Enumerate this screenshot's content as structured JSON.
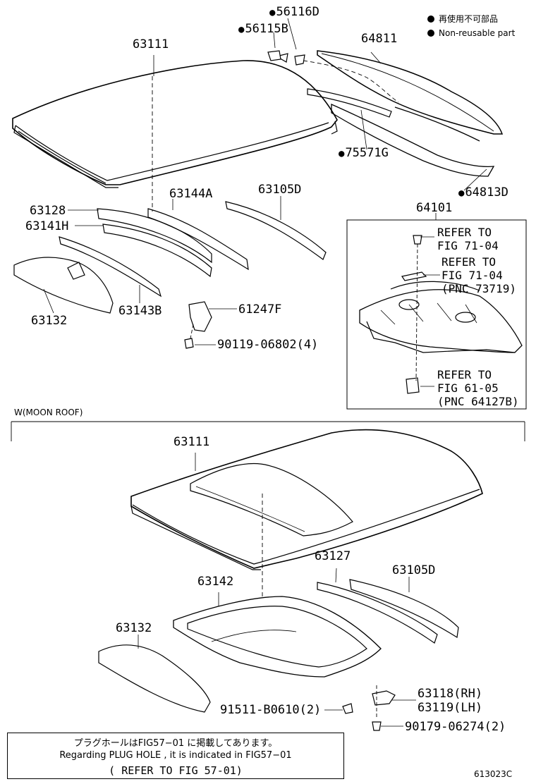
{
  "legend": {
    "marker_jp": "再使用不可部品",
    "marker_en": "Non-reusable part"
  },
  "top_section": {
    "parts": {
      "p63111": "63111",
      "p56116D": "56116D",
      "p56115B": "56115B",
      "p64811": "64811",
      "p75571G": "75571G",
      "p64813D": "64813D",
      "p63128": "63128",
      "p63144A": "63144A",
      "p63105D": "63105D",
      "p63141H": "63141H",
      "p63132": "63132",
      "p63143B": "63143B",
      "p61247F": "61247F",
      "p90119": "90119-06802(4)",
      "p64101": "64101"
    },
    "refer_box": {
      "ref1": [
        "REFER TO",
        "FIG 71-04"
      ],
      "ref2": [
        "REFER TO",
        "FIG 71-04",
        "(PNC 73719)"
      ],
      "ref3": [
        "REFER TO",
        "FIG 61-05",
        "(PNC 64127B)"
      ]
    }
  },
  "moon_roof_section": {
    "title": "W(MOON ROOF)",
    "parts": {
      "p63111": "63111",
      "p63127": "63127",
      "p63105D": "63105D",
      "p63142": "63142",
      "p63132": "63132",
      "p63118": "63118(RH)",
      "p63119": "63119(LH)",
      "p91511": "91511-B0610(2)",
      "p90179": "90179-06274(2)"
    }
  },
  "note": {
    "line_jp": "プラグホールはFIG57−01 に掲載してあります。",
    "line_en": "Regarding  PLUG HOLE , it is indicated  in  FIG57−01",
    "line_ref": "(   REFER TO FIG 57-01)"
  },
  "figure_id": "613023C"
}
